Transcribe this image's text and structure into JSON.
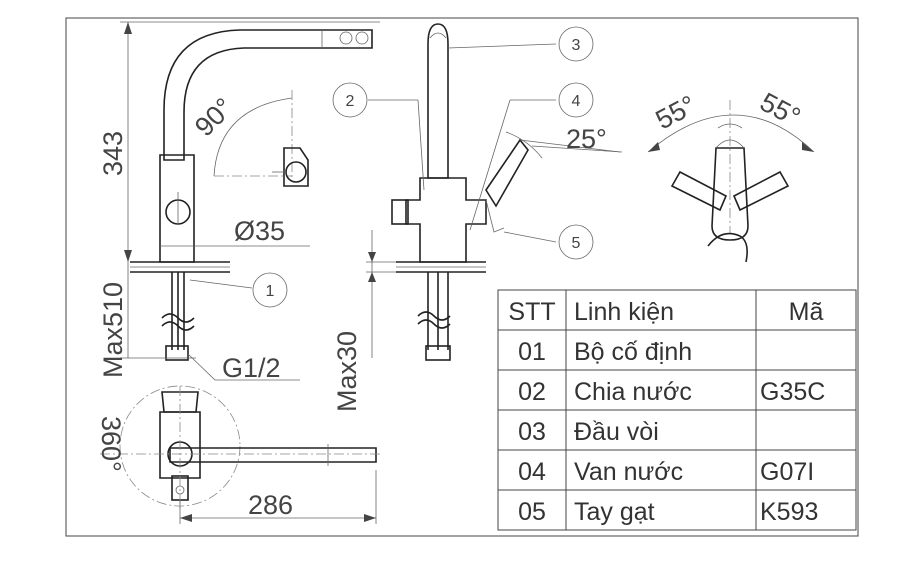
{
  "dimensions": {
    "height_343": "343",
    "angle_90": "90°",
    "diameter_35": "Ø35",
    "max510": "Max510",
    "g12": "G1/2",
    "max30": "Max30",
    "rotation_360": "360°",
    "reach_286": "286",
    "angle_25": "25°",
    "angle_55_left": "55°",
    "angle_55_right": "55°"
  },
  "callouts": [
    "1",
    "2",
    "3",
    "4",
    "5"
  ],
  "table": {
    "headers": [
      "STT",
      "Linh kiện",
      "Mã"
    ],
    "rows": [
      [
        "01",
        "Bộ cố định",
        ""
      ],
      [
        "02",
        "Chia nước",
        "G35C"
      ],
      [
        "03",
        "Đầu vòi",
        ""
      ],
      [
        "04",
        "Van nước",
        "G07I"
      ],
      [
        "05",
        "Tay gạt",
        "K593"
      ]
    ]
  }
}
